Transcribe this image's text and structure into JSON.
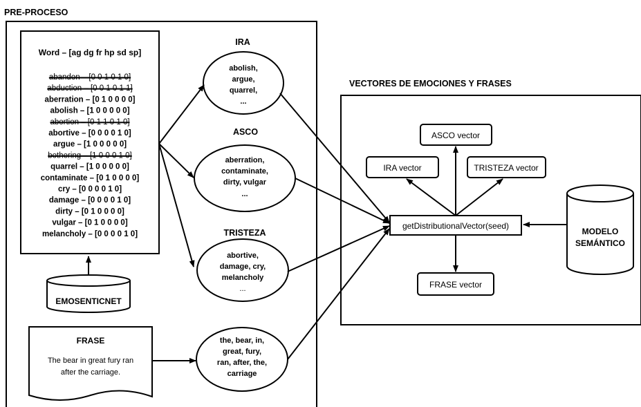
{
  "headers": {
    "preproceso": "PRE-PROCESO",
    "vectores": "VECTORES DE EMOCIONES Y FRASES"
  },
  "lexicon": {
    "header": "Word – [ag dg fr hp sd sp]",
    "entries": [
      {
        "text": "abandon – [0 0 1 0 1 0]",
        "struck": true
      },
      {
        "text": "abduction – [0 0 1 0 1 1]",
        "struck": true
      },
      {
        "text": "aberration – [0 1 0 0 0 0]",
        "struck": false
      },
      {
        "text": "abolish – [1 0 0 0 0 0]",
        "struck": false
      },
      {
        "text": "abortion – [0 1 1 0 1 0]",
        "struck": true
      },
      {
        "text": "abortive – [0 0 0 0 1 0]",
        "struck": false
      },
      {
        "text": "argue – [1 0 0 0 0 0]",
        "struck": false
      },
      {
        "text": "bothering – [1 0 0 0 1 0]",
        "struck": true
      },
      {
        "text": "quarrel – [1 0 0 0 0 0]",
        "struck": false
      },
      {
        "text": "contaminate – [0 1 0 0 0 0]",
        "struck": false
      },
      {
        "text": "cry – [0 0 0 0 1 0]",
        "struck": false
      },
      {
        "text": "damage – [0 0 0 0 1 0]",
        "struck": false
      },
      {
        "text": "dirty – [0 1 0 0 0 0]",
        "struck": false
      },
      {
        "text": "vulgar – [0 1 0 0 0 0]",
        "struck": false
      },
      {
        "text": "melancholy – [0 0 0 0 1 0]",
        "struck": false
      }
    ]
  },
  "emosenticnet": "EMOSENTICNET",
  "frase": {
    "title": "FRASE",
    "lines": [
      "The bear in great fury ran",
      "after the carriage."
    ]
  },
  "emotions": [
    {
      "id": "ira",
      "label": "IRA",
      "lines": [
        "abolish,",
        "argue,",
        "quarrel,",
        "..."
      ]
    },
    {
      "id": "asco",
      "label": "ASCO",
      "lines": [
        "aberration,",
        "contaminate,",
        "dirty, vulgar",
        "..."
      ]
    },
    {
      "id": "tristeza",
      "label": "TRISTEZA",
      "lines": [
        "abortive,",
        "damage, cry,",
        "melancholy",
        "..."
      ]
    }
  ],
  "tokens": {
    "lines": [
      "the, bear, in,",
      "great, fury,",
      "ran, after, the,",
      "carriage"
    ]
  },
  "vectors": {
    "function": "getDistributionalVector(seed)",
    "asco": "ASCO vector",
    "ira": "IRA vector",
    "tristeza": "TRISTEZA vector",
    "frase": "FRASE vector"
  },
  "modelo": {
    "lines": [
      "MODELO",
      "SEMÁNTICO"
    ]
  }
}
